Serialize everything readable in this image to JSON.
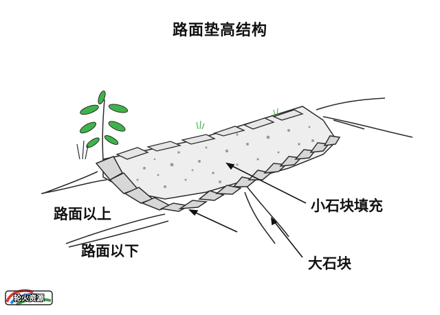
{
  "diagram": {
    "title": "路面垫高结构",
    "labels": {
      "above_road": "路面以上",
      "below_road": "路面以下",
      "small_stone_fill": "小石块填充",
      "large_stone": "大石块"
    }
  },
  "logo": {
    "text": "轮火资源"
  },
  "colors": {
    "outline": "#2a2a2a",
    "stone_fill": "#d7d7d7",
    "gravel": "#eeeeee",
    "plant_leaf": "#3fb34a",
    "label_text": "#111111"
  },
  "icons": [
    "plant-icon",
    "grass-tuft-icon",
    "logo-icon"
  ]
}
